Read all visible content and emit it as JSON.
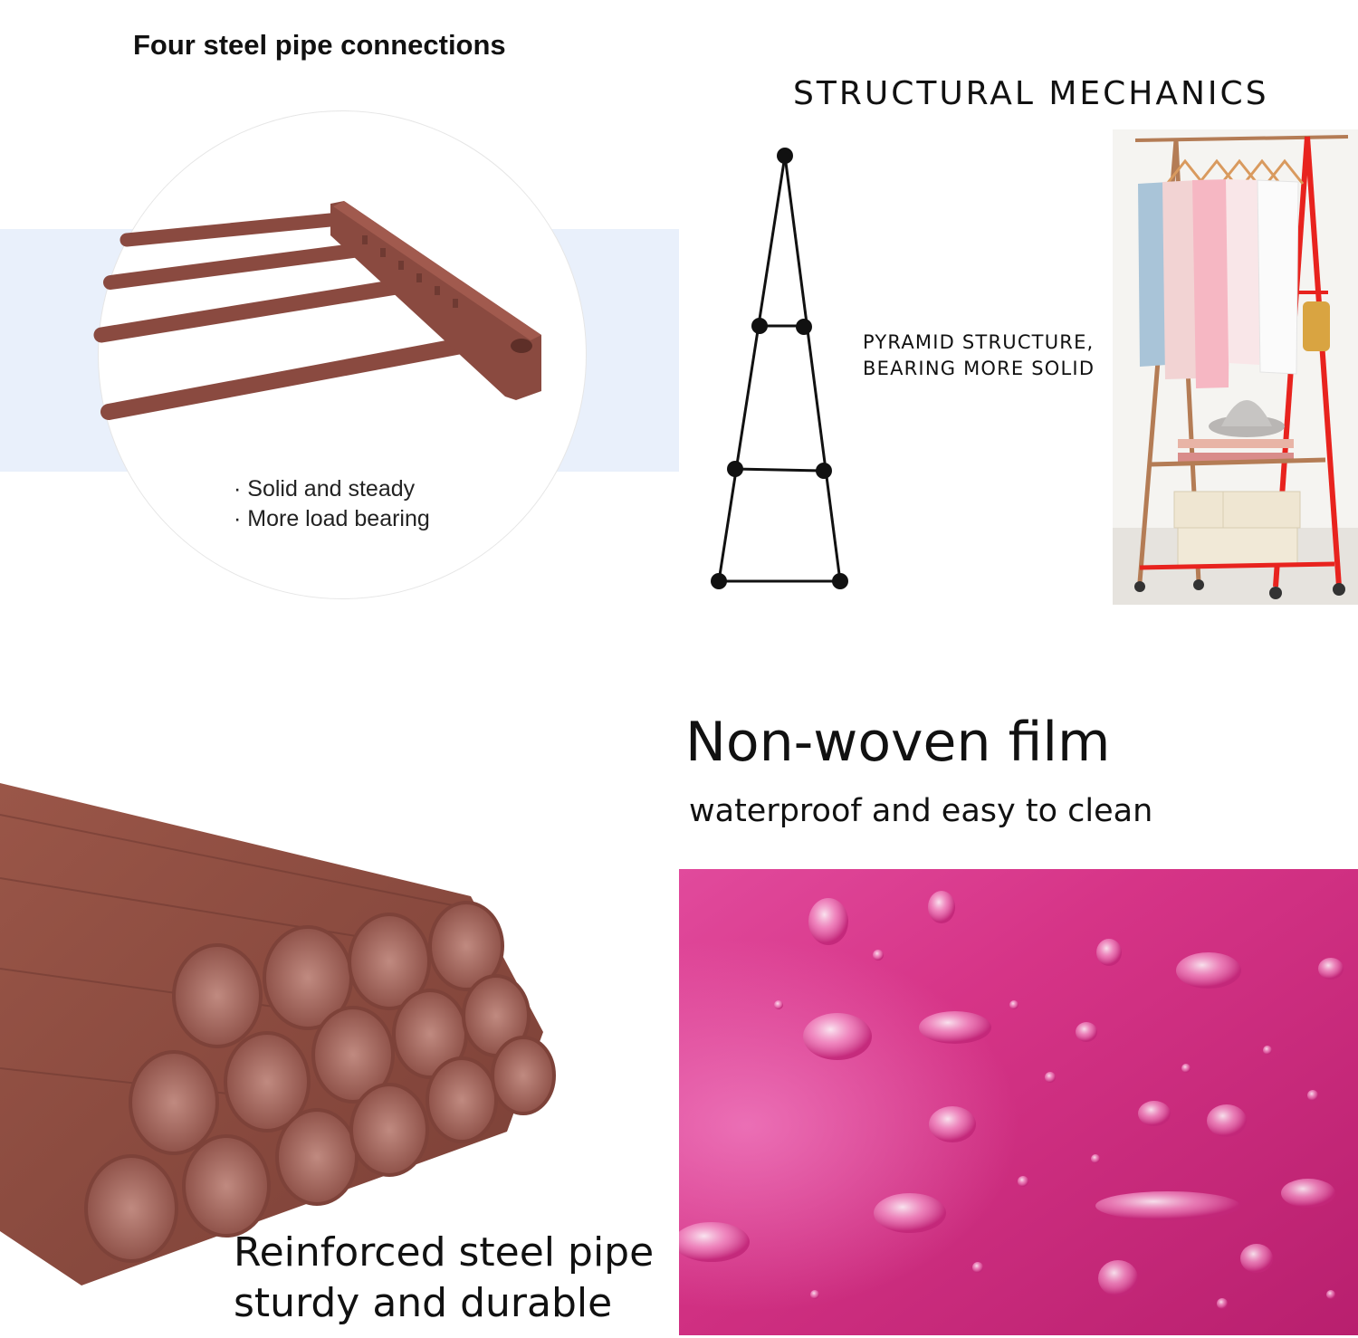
{
  "panels": {
    "connections": {
      "title": "Four steel pipe connections",
      "bullets": [
        "· Solid and steady",
        "· More load bearing"
      ]
    },
    "mechanics": {
      "title": "STRUCTURAL MECHANICS",
      "text_lines": [
        "PYRAMID STRUCTURE,",
        "BEARING MORE SOLID"
      ]
    },
    "pipe": {
      "caption_lines": [
        "Reinforced steel pipe",
        "sturdy and durable"
      ]
    },
    "film": {
      "title": "Non-woven film",
      "subtitle": "waterproof and easy to clean"
    }
  },
  "colors": {
    "pipe_brown": "#8a4a40",
    "band_blue": "#e9f0fb",
    "frame_red": "#e8231e",
    "fabric_pink": "#c9267d"
  }
}
